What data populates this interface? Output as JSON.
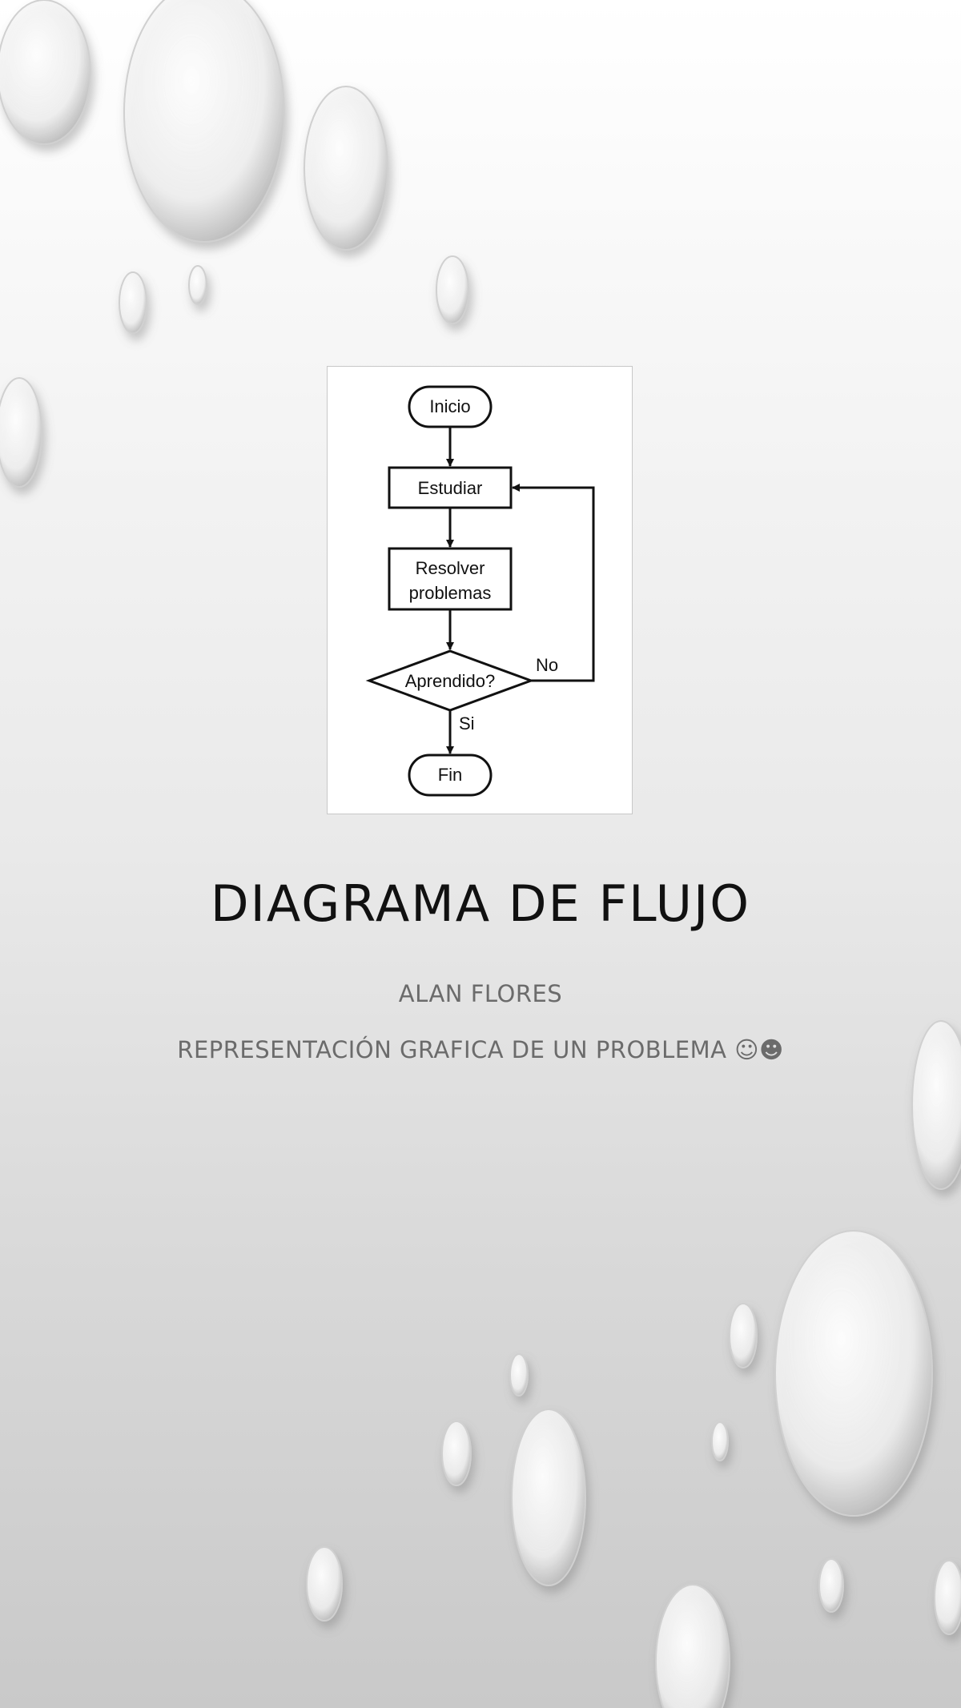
{
  "slide": {
    "title": "DIAGRAMA DE FLUJO",
    "author": "ALAN FLORES",
    "description": "REPRESENTACIÓN GRAFICA DE UN PROBLEMA ☺☻"
  },
  "flowchart": {
    "nodes": {
      "start": "Inicio",
      "study": "Estudiar",
      "solve_line1": "Resolver",
      "solve_line2": "problemas",
      "decision": "Aprendido?",
      "end": "Fin"
    },
    "labels": {
      "no": "No",
      "yes": "Si"
    }
  }
}
